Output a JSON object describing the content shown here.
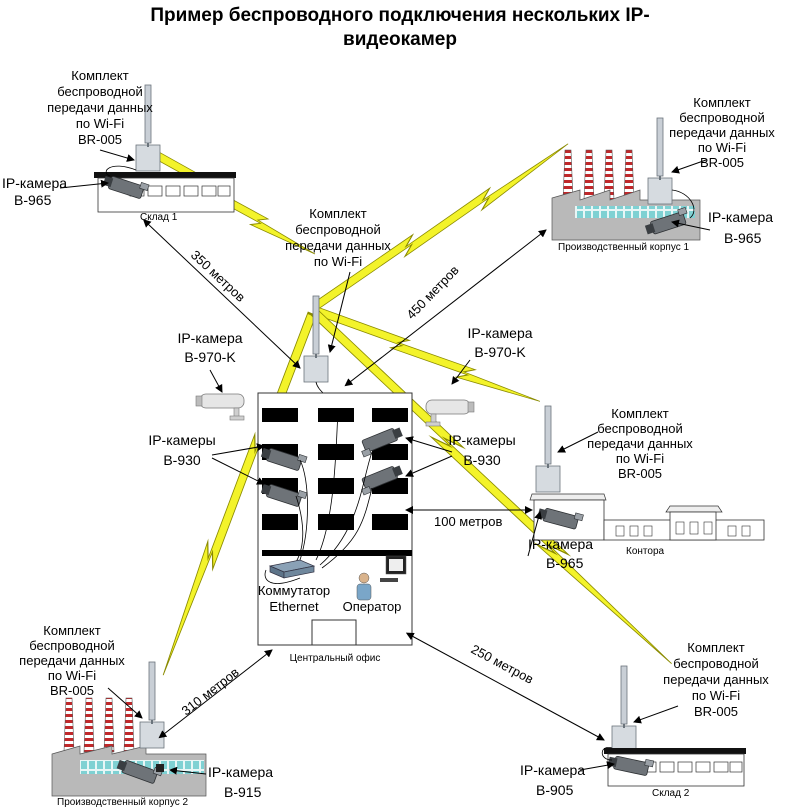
{
  "title": "Пример беспроводного подключения нескольких IP-видеокамер",
  "title_line1": "Пример беспроводного подключения нескольких IP-",
  "title_line2": "видеокамер",
  "sites": {
    "sklad1": {
      "name": "Склад 1",
      "kit": [
        "Комплект",
        "беспроводной",
        "передачи данных",
        "по Wi-Fi",
        "BR-005"
      ],
      "camera": [
        "IP-камера",
        "B-965"
      ]
    },
    "korpus1": {
      "name": "Производственный корпус 1",
      "kit": [
        "Комплект",
        "беспроводной",
        "передачи данных",
        "по Wi-Fi",
        "BR-005"
      ],
      "camera": [
        "IP-камера",
        "B-965"
      ]
    },
    "center_kit": [
      "Комплект",
      "беспроводной",
      "передачи данных",
      "по Wi-Fi"
    ],
    "office": {
      "name": "Центральный офис",
      "cam_left": [
        "IP-камера",
        "B-970-K"
      ],
      "cam_right": [
        "IP-камера",
        "B-970-K"
      ],
      "cams_left": [
        "IP-камеры",
        "B-930"
      ],
      "cams_right": [
        "IP-камеры",
        "B-930"
      ],
      "switch": [
        "Коммутатор",
        "Ethernet"
      ],
      "operator": "Оператор"
    },
    "kontora": {
      "name": "Контора",
      "kit": [
        "Комплект",
        "беспроводной",
        "передачи данных",
        "по Wi-Fi",
        "BR-005"
      ],
      "camera": [
        "IP-камера",
        "B-965"
      ]
    },
    "korpus2": {
      "name": "Производственный корпус 2",
      "kit": [
        "Комплект",
        "беспроводной",
        "передачи данных",
        "по Wi-Fi",
        "BR-005"
      ],
      "camera": [
        "IP-камера",
        "B-915"
      ]
    },
    "sklad2": {
      "name": "Склад 2",
      "kit": [
        "Комплект",
        "беспроводной",
        "передачи данных",
        "по Wi-Fi",
        "BR-005"
      ],
      "camera": [
        "IP-камера",
        "B-905"
      ]
    }
  },
  "distances": {
    "d350": "350 метров",
    "d450": "450 метров",
    "d100": "100 метров",
    "d310": "310 метров",
    "d250": "250 метров"
  },
  "colors": {
    "bolt": "#f3f32a",
    "stripe_red": "#c0282a",
    "window_cyan": "#7fd1d3",
    "roof_gray": "#cfcfcf"
  }
}
